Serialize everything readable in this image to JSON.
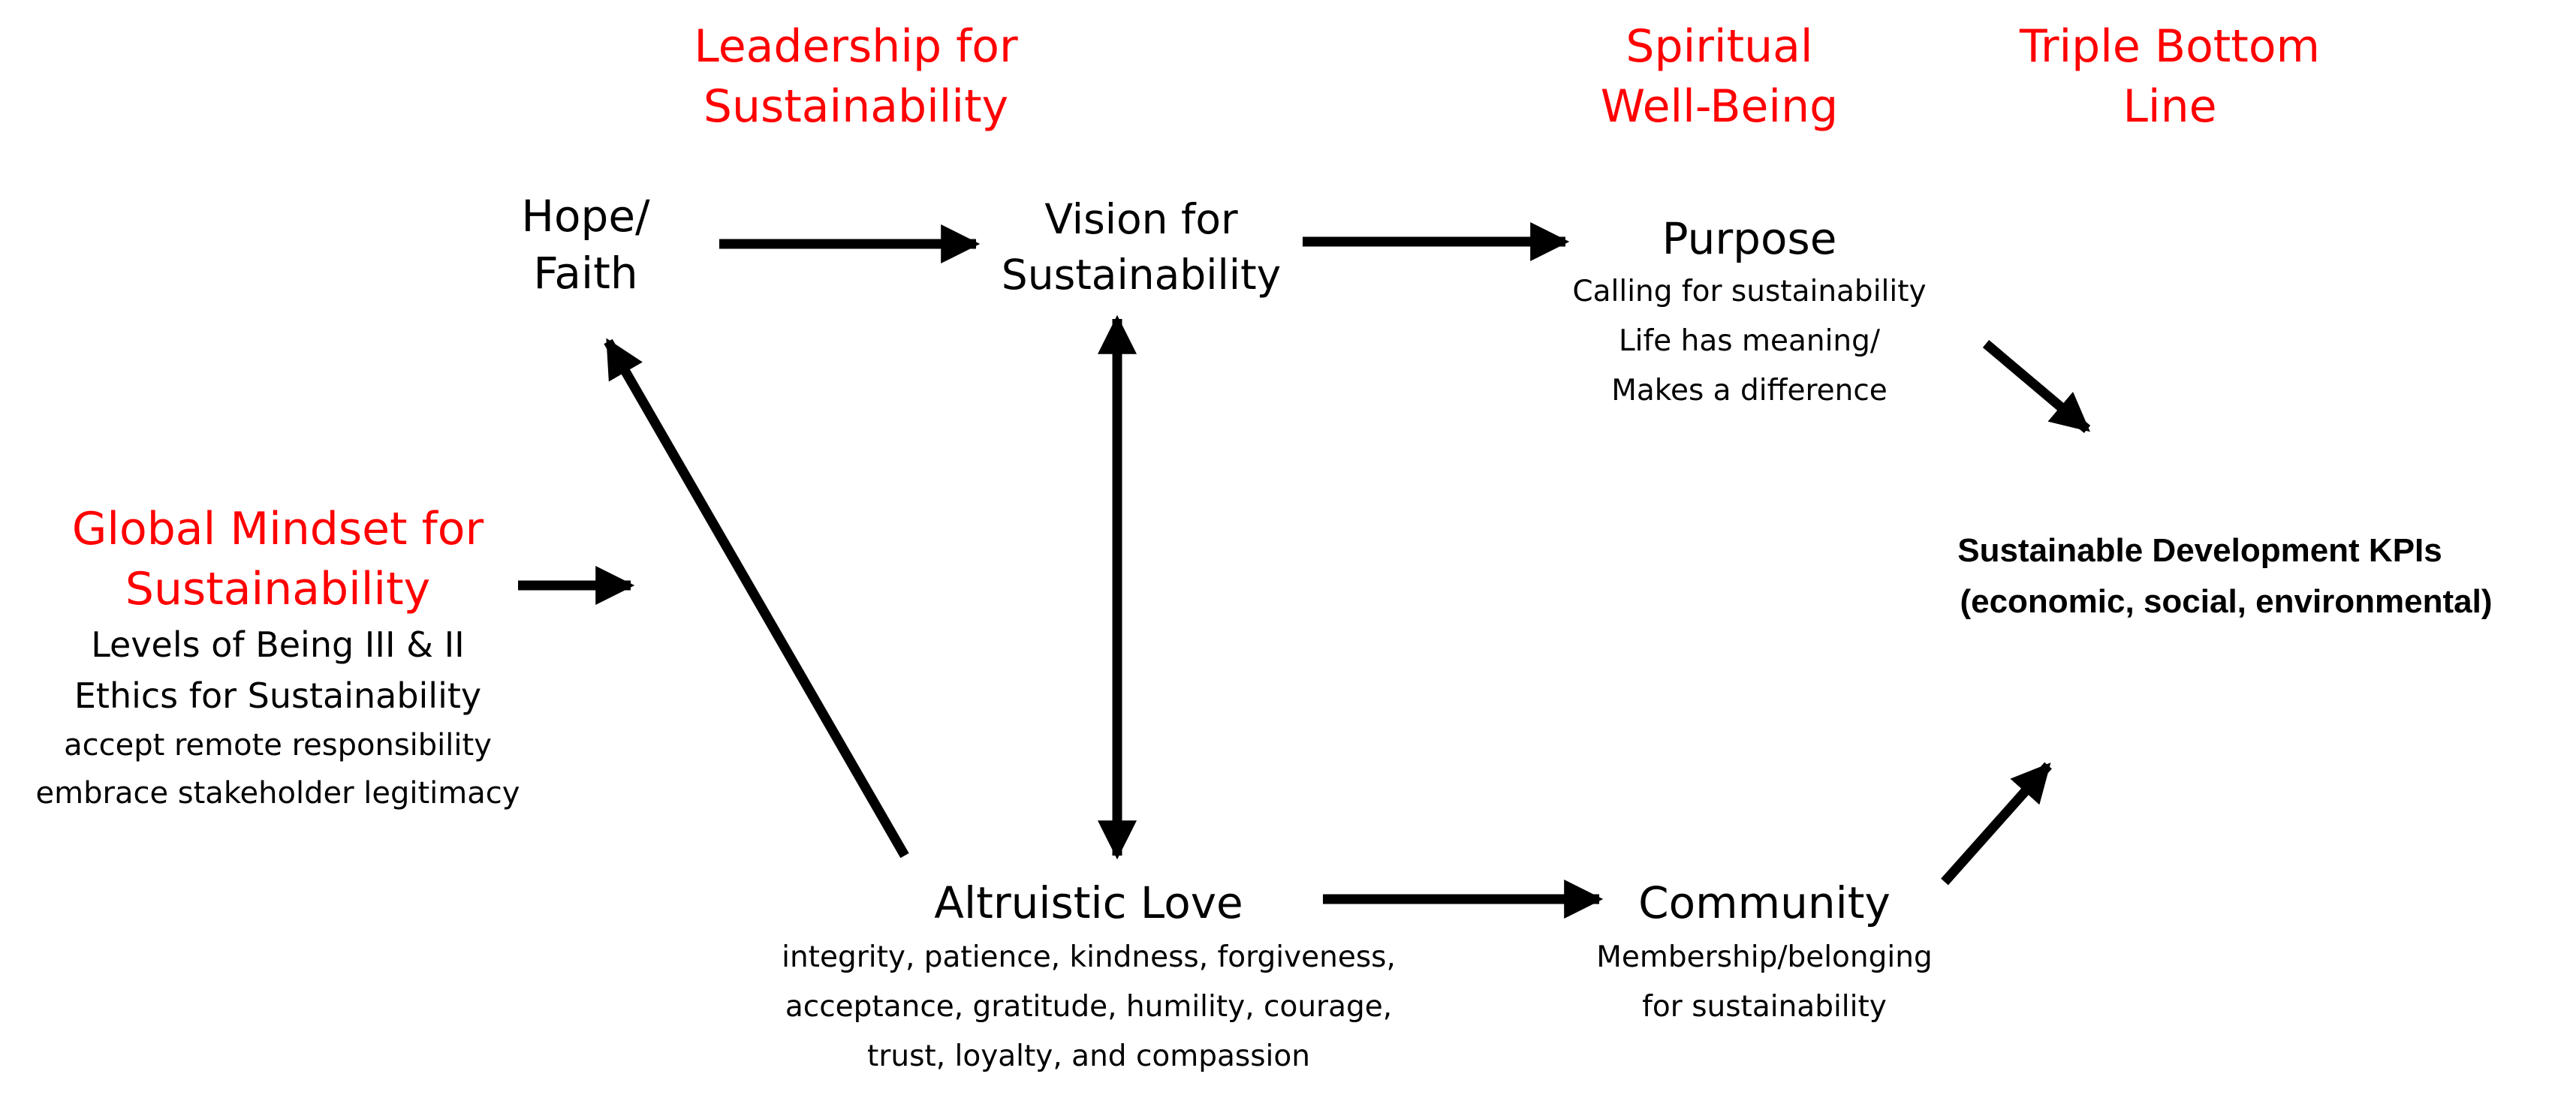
{
  "headers": {
    "leadership": [
      "Leadership for",
      "Sustainability"
    ],
    "spiritual": [
      "Spiritual",
      "Well-Being"
    ],
    "triple": [
      "Triple Bottom",
      "Line"
    ]
  },
  "hope": [
    "Hope/",
    "Faith"
  ],
  "vision": [
    "Vision for",
    "Sustainability"
  ],
  "purpose": {
    "title": "Purpose",
    "lines": [
      "Calling for sustainability",
      "Life has meaning/",
      "Makes a difference"
    ]
  },
  "global_mindset": {
    "title_lines": [
      "Global Mindset for",
      "Sustainability"
    ],
    "lines": [
      "Levels of Being  III & II",
      "Ethics for Sustainability"
    ],
    "small_lines": [
      "accept remote responsibility",
      "embrace stakeholder legitimacy"
    ]
  },
  "kpis": [
    "Sustainable Development KPIs",
    "(economic, social, environmental)"
  ],
  "altruistic": {
    "title": "Altruistic Love",
    "lines": [
      "integrity, patience, kindness, forgiveness,",
      "acceptance, gratitude, humility, courage,",
      "trust, loyalty, and compassion"
    ]
  },
  "community": {
    "title": "Community",
    "lines": [
      "Membership/belonging",
      "for sustainability"
    ]
  },
  "colors": {
    "header": "#ff0000",
    "text": "#000000",
    "arrow": "#000000"
  }
}
